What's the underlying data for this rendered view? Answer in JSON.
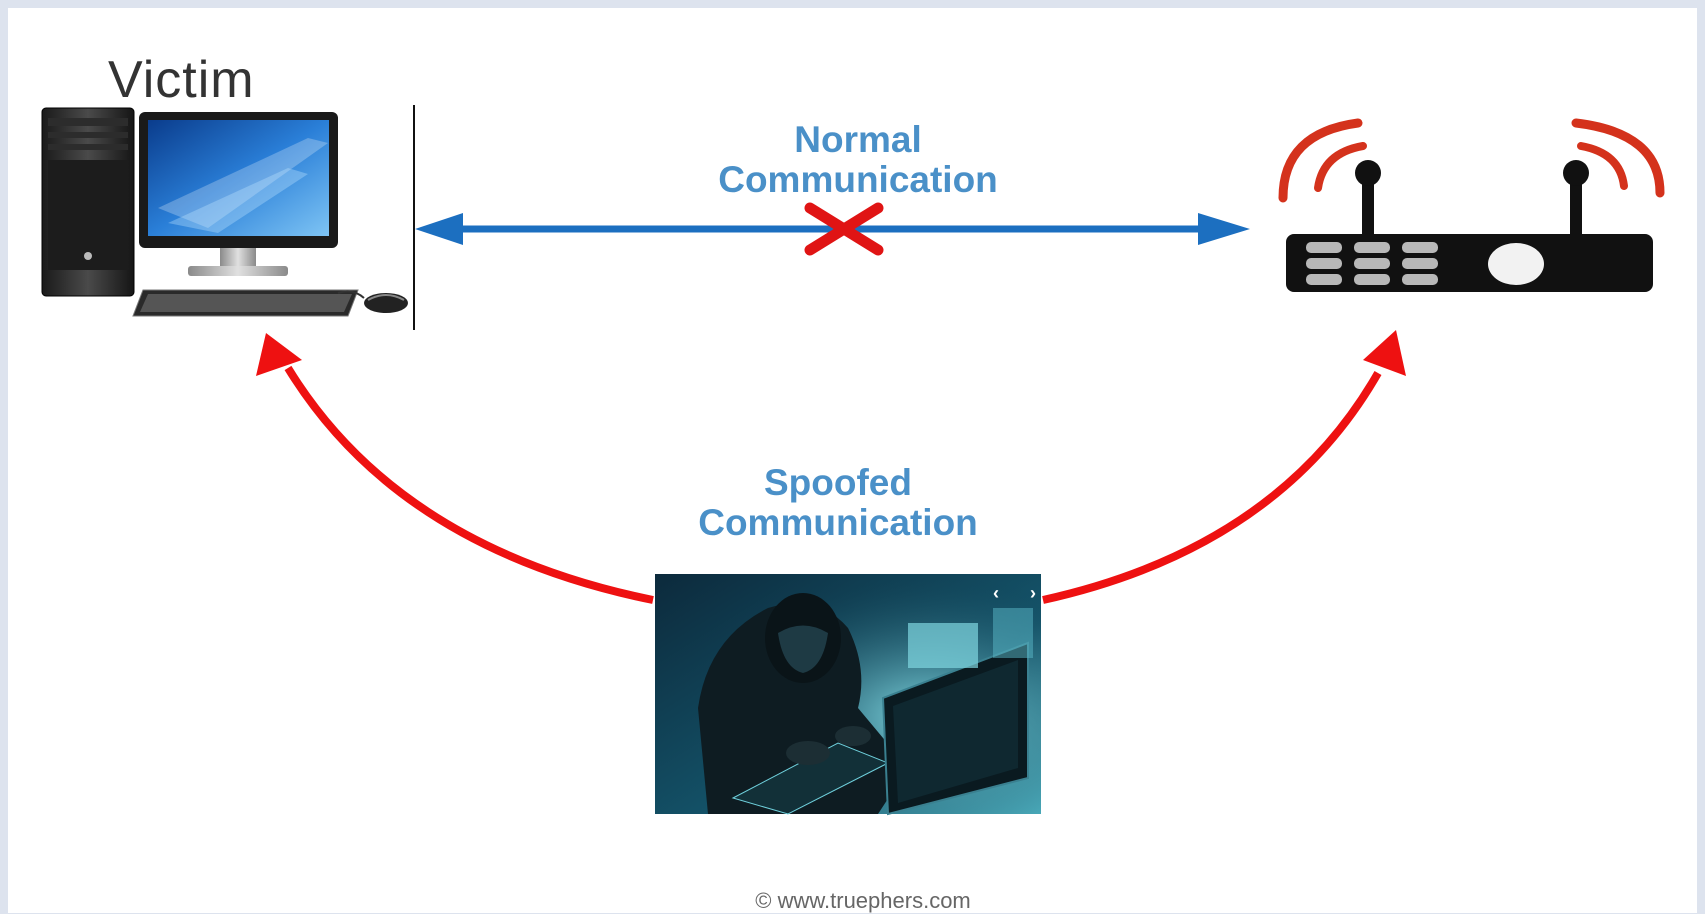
{
  "victim_label": "Victim",
  "normal_label_line1": "Normal",
  "normal_label_line2": "Communication",
  "spoofed_label_line1": "Spoofed",
  "spoofed_label_line2": "Communication",
  "footer": "© www.truephers.com",
  "colors": {
    "normal_arrow": "#1c6fc0",
    "spoof_arrow": "#ee1111",
    "block_x": "#e01414",
    "label_blue": "#4a90c8",
    "router_body": "#111111",
    "router_waves": "#d4321c"
  },
  "icons": [
    "desktop-computer-icon",
    "router-icon",
    "hacker-photo",
    "blocked-x-icon"
  ]
}
